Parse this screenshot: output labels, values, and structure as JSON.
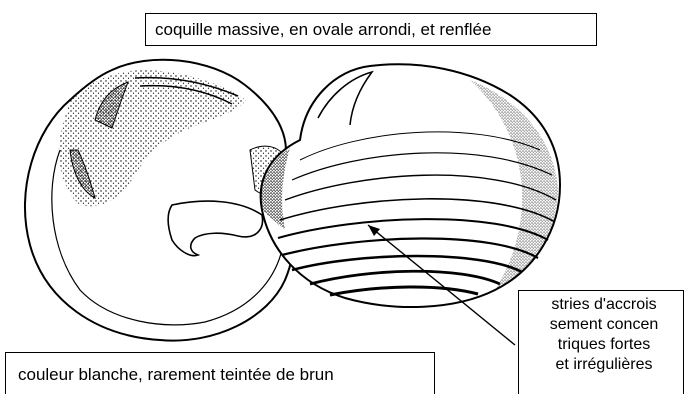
{
  "labels": {
    "shape": "coquille massive, en ovale arrondi, et renflée",
    "color": "couleur blanche, rarement teintée de brun",
    "striae": [
      "stries d'accrois",
      "sement concen",
      "triques fortes",
      "et irrégulières"
    ]
  },
  "colors": {
    "ink": "#000000",
    "paper": "#ffffff"
  }
}
